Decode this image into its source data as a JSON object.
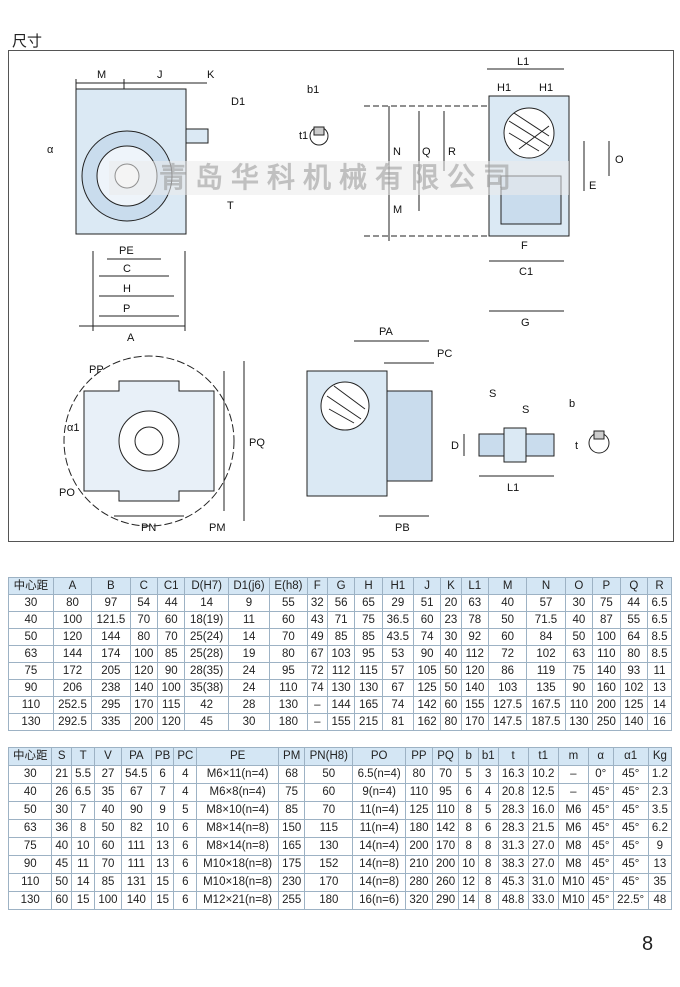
{
  "section_title": "尺寸",
  "watermark": "青岛华科机械有限公司",
  "drawing_labels": {
    "front": {
      "M": "M",
      "J": "J",
      "K": "K",
      "D1": "D1",
      "alpha": "α",
      "T": "T",
      "PE": "PE",
      "C": "C",
      "H": "H",
      "P": "P",
      "A": "A"
    },
    "key": {
      "b1": "b1",
      "t1": "t1"
    },
    "middle": {
      "N": "N",
      "Q": "Q",
      "R": "R",
      "M": "M"
    },
    "side": {
      "L1": "L1",
      "H1a": "H1",
      "H1b": "H1",
      "O": "O",
      "E": "E",
      "F": "F",
      "C1": "C1",
      "G": "G"
    },
    "flange": {
      "PP": "PP",
      "alpha1": "α1",
      "PM": "PM",
      "PQ": "PQ",
      "PO": "PO",
      "PN": "PN"
    },
    "flange_side": {
      "PA": "PA",
      "PC": "PC",
      "PB": "PB"
    },
    "shaft": {
      "S1": "S",
      "S2": "S",
      "D": "D",
      "L1": "L1",
      "b": "b",
      "t": "t"
    }
  },
  "table1": {
    "headers": [
      "中心距",
      "A",
      "B",
      "C",
      "C1",
      "D(H7)",
      "D1(j6)",
      "E(h8)",
      "F",
      "G",
      "H",
      "H1",
      "J",
      "K",
      "L1",
      "M",
      "N",
      "O",
      "P",
      "Q",
      "R"
    ],
    "rows": [
      [
        "30",
        "80",
        "97",
        "54",
        "44",
        "14",
        "9",
        "55",
        "32",
        "56",
        "65",
        "29",
        "51",
        "20",
        "63",
        "40",
        "57",
        "30",
        "75",
        "44",
        "6.5"
      ],
      [
        "40",
        "100",
        "121.5",
        "70",
        "60",
        "18(19)",
        "11",
        "60",
        "43",
        "71",
        "75",
        "36.5",
        "60",
        "23",
        "78",
        "50",
        "71.5",
        "40",
        "87",
        "55",
        "6.5"
      ],
      [
        "50",
        "120",
        "144",
        "80",
        "70",
        "25(24)",
        "14",
        "70",
        "49",
        "85",
        "85",
        "43.5",
        "74",
        "30",
        "92",
        "60",
        "84",
        "50",
        "100",
        "64",
        "8.5"
      ],
      [
        "63",
        "144",
        "174",
        "100",
        "85",
        "25(28)",
        "19",
        "80",
        "67",
        "103",
        "95",
        "53",
        "90",
        "40",
        "112",
        "72",
        "102",
        "63",
        "110",
        "80",
        "8.5"
      ],
      [
        "75",
        "172",
        "205",
        "120",
        "90",
        "28(35)",
        "24",
        "95",
        "72",
        "112",
        "115",
        "57",
        "105",
        "50",
        "120",
        "86",
        "119",
        "75",
        "140",
        "93",
        "11"
      ],
      [
        "90",
        "206",
        "238",
        "140",
        "100",
        "35(38)",
        "24",
        "110",
        "74",
        "130",
        "130",
        "67",
        "125",
        "50",
        "140",
        "103",
        "135",
        "90",
        "160",
        "102",
        "13"
      ],
      [
        "110",
        "252.5",
        "295",
        "170",
        "115",
        "42",
        "28",
        "130",
        "–",
        "144",
        "165",
        "74",
        "142",
        "60",
        "155",
        "127.5",
        "167.5",
        "110",
        "200",
        "125",
        "14"
      ],
      [
        "130",
        "292.5",
        "335",
        "200",
        "120",
        "45",
        "30",
        "180",
        "–",
        "155",
        "215",
        "81",
        "162",
        "80",
        "170",
        "147.5",
        "187.5",
        "130",
        "250",
        "140",
        "16"
      ]
    ]
  },
  "table2": {
    "headers": [
      "中心距",
      "S",
      "T",
      "V",
      "PA",
      "PB",
      "PC",
      "PE",
      "PM",
      "PN(H8)",
      "PO",
      "PP",
      "PQ",
      "b",
      "b1",
      "t",
      "t1",
      "m",
      "α",
      "α1",
      "Kg"
    ],
    "rows": [
      [
        "30",
        "21",
        "5.5",
        "27",
        "54.5",
        "6",
        "4",
        "M6×11(n=4)",
        "68",
        "50",
        "6.5(n=4)",
        "80",
        "70",
        "5",
        "3",
        "16.3",
        "10.2",
        "–",
        "0°",
        "45°",
        "1.2"
      ],
      [
        "40",
        "26",
        "6.5",
        "35",
        "67",
        "7",
        "4",
        "M6×8(n=4)",
        "75",
        "60",
        "9(n=4)",
        "110",
        "95",
        "6",
        "4",
        "20.8",
        "12.5",
        "–",
        "45°",
        "45°",
        "2.3"
      ],
      [
        "50",
        "30",
        "7",
        "40",
        "90",
        "9",
        "5",
        "M8×10(n=4)",
        "85",
        "70",
        "11(n=4)",
        "125",
        "110",
        "8",
        "5",
        "28.3",
        "16.0",
        "M6",
        "45°",
        "45°",
        "3.5"
      ],
      [
        "63",
        "36",
        "8",
        "50",
        "82",
        "10",
        "6",
        "M8×14(n=8)",
        "150",
        "115",
        "11(n=4)",
        "180",
        "142",
        "8",
        "6",
        "28.3",
        "21.5",
        "M6",
        "45°",
        "45°",
        "6.2"
      ],
      [
        "75",
        "40",
        "10",
        "60",
        "111",
        "13",
        "6",
        "M8×14(n=8)",
        "165",
        "130",
        "14(n=4)",
        "200",
        "170",
        "8",
        "8",
        "31.3",
        "27.0",
        "M8",
        "45°",
        "45°",
        "9"
      ],
      [
        "90",
        "45",
        "11",
        "70",
        "111",
        "13",
        "6",
        "M10×18(n=8)",
        "175",
        "152",
        "14(n=8)",
        "210",
        "200",
        "10",
        "8",
        "38.3",
        "27.0",
        "M8",
        "45°",
        "45°",
        "13"
      ],
      [
        "110",
        "50",
        "14",
        "85",
        "131",
        "15",
        "6",
        "M10×18(n=8)",
        "230",
        "170",
        "14(n=8)",
        "280",
        "260",
        "12",
        "8",
        "45.3",
        "31.0",
        "M10",
        "45°",
        "45°",
        "35"
      ],
      [
        "130",
        "60",
        "15",
        "100",
        "140",
        "15",
        "6",
        "M12×21(n=8)",
        "255",
        "180",
        "16(n=6)",
        "320",
        "290",
        "14",
        "8",
        "48.8",
        "33.0",
        "M10",
        "45°",
        "22.5°",
        "48"
      ]
    ]
  },
  "page_number": "8"
}
